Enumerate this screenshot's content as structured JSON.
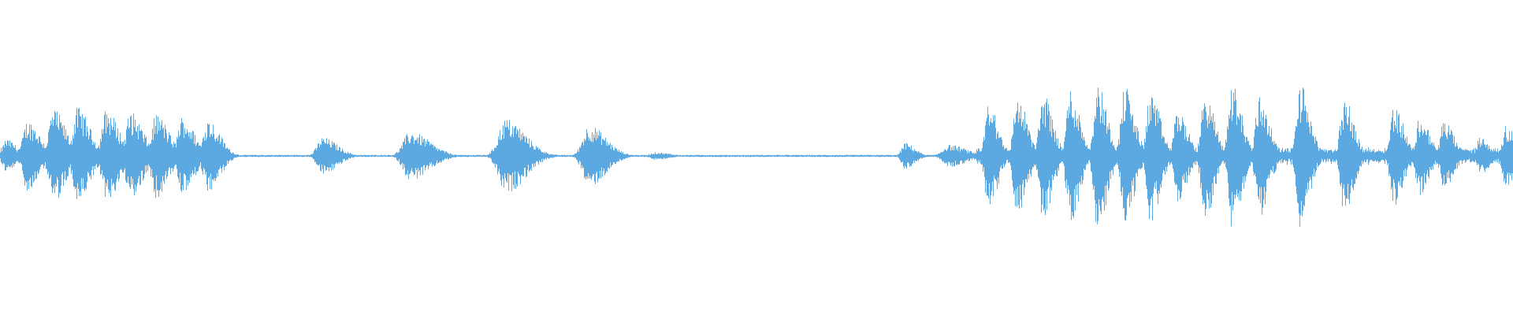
{
  "waveform": {
    "color": "#5ca9e2",
    "background": "#ffffff",
    "duration_fraction_bursts": [
      {
        "center": 0.004,
        "peak": 0.18,
        "width": 0.004
      },
      {
        "center": 0.018,
        "peak": 0.38,
        "width": 0.005
      },
      {
        "center": 0.035,
        "peak": 0.5,
        "width": 0.005
      },
      {
        "center": 0.051,
        "peak": 0.52,
        "width": 0.005
      },
      {
        "center": 0.07,
        "peak": 0.5,
        "width": 0.005
      },
      {
        "center": 0.086,
        "peak": 0.47,
        "width": 0.005
      },
      {
        "center": 0.103,
        "peak": 0.45,
        "width": 0.005
      },
      {
        "center": 0.12,
        "peak": 0.42,
        "width": 0.005
      },
      {
        "center": 0.137,
        "peak": 0.4,
        "width": 0.005
      },
      {
        "center": 0.213,
        "peak": 0.2,
        "width": 0.006
      },
      {
        "center": 0.271,
        "peak": 0.26,
        "width": 0.008
      },
      {
        "center": 0.334,
        "peak": 0.4,
        "width": 0.008
      },
      {
        "center": 0.389,
        "peak": 0.33,
        "width": 0.007
      },
      {
        "center": 0.433,
        "peak": 0.04,
        "width": 0.006
      },
      {
        "center": 0.598,
        "peak": 0.14,
        "width": 0.004
      },
      {
        "center": 0.627,
        "peak": 0.12,
        "width": 0.007
      },
      {
        "center": 0.653,
        "peak": 0.55,
        "width": 0.004
      },
      {
        "center": 0.672,
        "peak": 0.65,
        "width": 0.004
      },
      {
        "center": 0.689,
        "peak": 0.68,
        "width": 0.004
      },
      {
        "center": 0.707,
        "peak": 0.72,
        "width": 0.004
      },
      {
        "center": 0.725,
        "peak": 0.78,
        "width": 0.004
      },
      {
        "center": 0.743,
        "peak": 0.75,
        "width": 0.004
      },
      {
        "center": 0.76,
        "peak": 0.7,
        "width": 0.004
      },
      {
        "center": 0.778,
        "peak": 0.5,
        "width": 0.004
      },
      {
        "center": 0.796,
        "peak": 0.67,
        "width": 0.004
      },
      {
        "center": 0.814,
        "peak": 0.78,
        "width": 0.004
      },
      {
        "center": 0.832,
        "peak": 0.66,
        "width": 0.004
      },
      {
        "center": 0.859,
        "peak": 0.78,
        "width": 0.004
      },
      {
        "center": 0.888,
        "peak": 0.62,
        "width": 0.004
      },
      {
        "center": 0.921,
        "peak": 0.55,
        "width": 0.004
      },
      {
        "center": 0.938,
        "peak": 0.42,
        "width": 0.004
      },
      {
        "center": 0.954,
        "peak": 0.38,
        "width": 0.004
      },
      {
        "center": 0.978,
        "peak": 0.2,
        "width": 0.004
      },
      {
        "center": 0.995,
        "peak": 0.32,
        "width": 0.004
      }
    ],
    "noise_floor": 0.012
  }
}
